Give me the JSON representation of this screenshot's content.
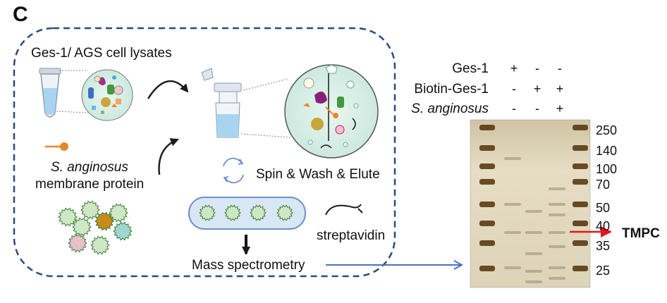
{
  "panel_label": "C",
  "workflow": {
    "lysate_label": "Ges-1/ AGS cell lysates",
    "membrane_protein_label_line1": "S. anginosus",
    "membrane_protein_label_line2": "membrane protein",
    "spin_label": "Spin & Wash & Elute",
    "streptavidin_label": "streptavidin",
    "ms_label": "Mass spectrometry"
  },
  "gel": {
    "lane_conditions": [
      {
        "label": "Ges-1",
        "italic": false,
        "values": [
          "+",
          "-",
          "-"
        ]
      },
      {
        "label": "Biotin-Ges-1",
        "italic": false,
        "values": [
          "-",
          "+",
          "+"
        ]
      },
      {
        "label": "S. anginosus",
        "italic": true,
        "values": [
          "-",
          "-",
          "+"
        ]
      }
    ],
    "mw_markers": [
      "250",
      "140",
      "100",
      "70",
      "50",
      "40",
      "35",
      "25"
    ],
    "band_annotation": "TMPC",
    "colors": {
      "gel_background": "#e4dcc4",
      "marker_band": "#5a3a12",
      "sample_band": "#9a8a6a",
      "arrow": "#e8141b"
    }
  },
  "colors": {
    "dashed_box": "#2f4a78",
    "link_arrow": "#4a6fc0",
    "column_liquid": "#a9d4ef",
    "bead_fill": "#cfe8c4",
    "bead_dark": "#c88a1a",
    "bead_teal": "#9fd6cf",
    "bead_pink": "#e8c0c8",
    "probe_orange": "#e8872a"
  }
}
